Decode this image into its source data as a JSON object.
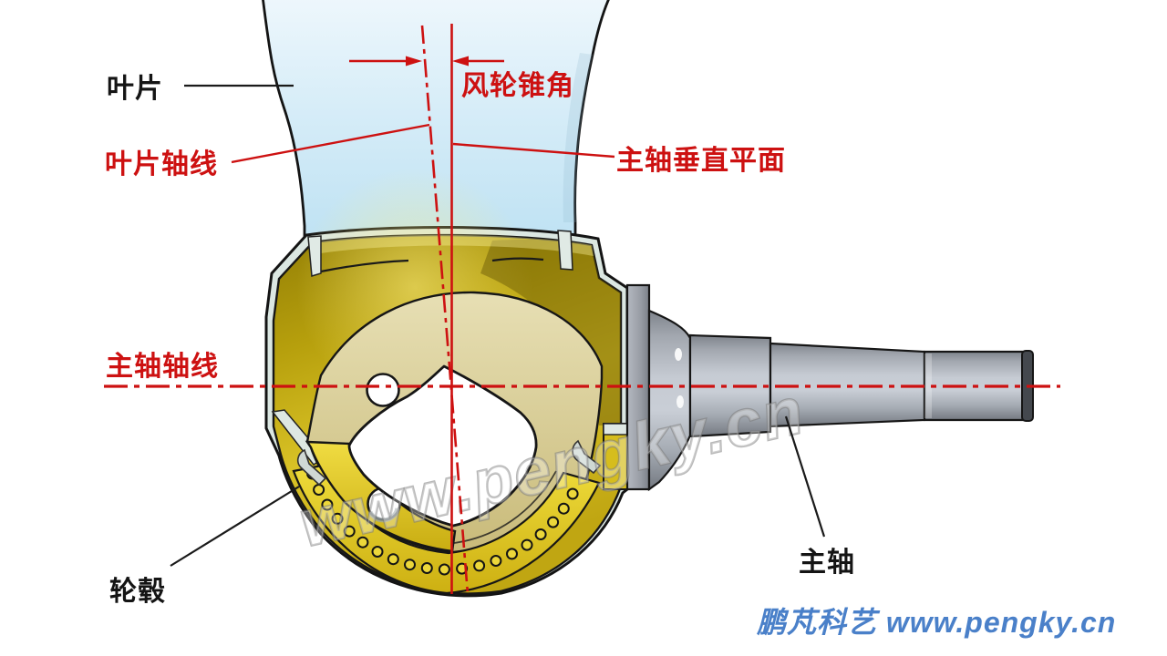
{
  "labels": {
    "blade": "叶片",
    "blade_axis": "叶片轴线",
    "rotor_cone_angle": "风轮锥角",
    "shaft_vertical_plane": "主轴垂直平面",
    "shaft_axis": "主轴轴线",
    "hub": "轮毂",
    "main_shaft": "主轴"
  },
  "watermarks": {
    "diagonal": "www.pengky.cn",
    "footer": "鹏芃科艺 www.pengky.cn"
  },
  "colors": {
    "annotation_red": "#cd1111",
    "brand_blue": "#4a80c9",
    "hub_gold": "#d8c125",
    "blade_blue": "#d7edf8",
    "shaft_gray": "#b5bac2"
  }
}
